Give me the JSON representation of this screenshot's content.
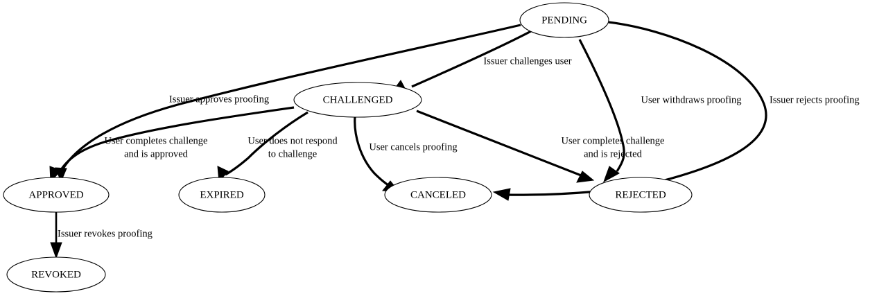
{
  "diagram": {
    "type": "state-machine",
    "title": "",
    "background_color": "#ffffff",
    "stroke_color": "#000000",
    "node_fill_color": "#ffffff",
    "nodes": [
      {
        "id": "pending",
        "label": "PENDING"
      },
      {
        "id": "challenged",
        "label": "CHALLENGED"
      },
      {
        "id": "approved",
        "label": "APPROVED"
      },
      {
        "id": "expired",
        "label": "EXPIRED"
      },
      {
        "id": "canceled",
        "label": "CANCELED"
      },
      {
        "id": "rejected",
        "label": "REJECTED"
      },
      {
        "id": "revoked",
        "label": "REVOKED"
      }
    ],
    "edges": [
      {
        "from": "pending",
        "to": "approved",
        "label": "Issuer approves proofing"
      },
      {
        "from": "pending",
        "to": "challenged",
        "label": "Issuer challenges user"
      },
      {
        "from": "pending",
        "to": "rejected",
        "label": "User withdraws proofing"
      },
      {
        "from": "pending",
        "to": "canceled",
        "label": "Issuer rejects proofing"
      },
      {
        "from": "challenged",
        "to": "approved",
        "label": "User completes challenge\nand is approved",
        "label_line1": "User completes challenge",
        "label_line2": "and is approved"
      },
      {
        "from": "challenged",
        "to": "expired",
        "label": "User does not respond\nto challenge",
        "label_line1": "User does not respond",
        "label_line2": "to challenge"
      },
      {
        "from": "challenged",
        "to": "canceled",
        "label": "User cancels proofing"
      },
      {
        "from": "challenged",
        "to": "rejected",
        "label": "User completes challenge\nand is rejected",
        "label_line1": "User completes challenge",
        "label_line2": "and is rejected"
      },
      {
        "from": "approved",
        "to": "revoked",
        "label": "Issuer revokes proofing"
      }
    ]
  }
}
